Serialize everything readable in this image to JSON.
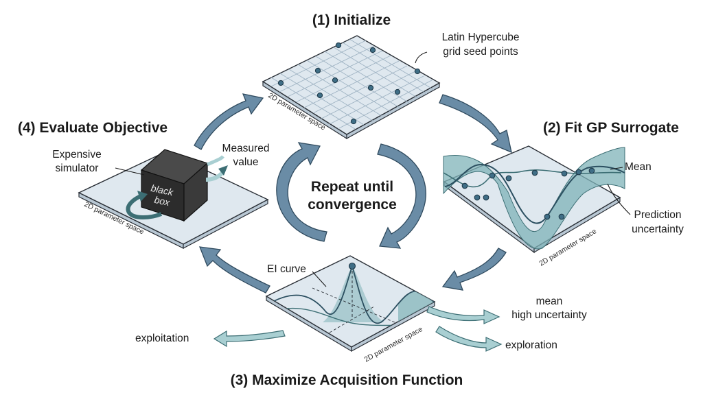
{
  "steps": {
    "initialize": "(1) Initialize",
    "fit": "(2) Fit GP Surrogate",
    "maximize": "(3) Maximize Acquisition Function",
    "evaluate": "(4) Evaluate Objective"
  },
  "center": {
    "line1": "Repeat until",
    "line2": "convergence"
  },
  "initialize": {
    "note_line1": "Latin Hypercube",
    "note_line2": "grid seed points",
    "plane_label": "2D parameter space"
  },
  "fit": {
    "mean_label": "Mean",
    "uncertainty_line1": "Prediction",
    "uncertainty_line2": "uncertainty",
    "plane_label": "2D parameter space"
  },
  "maximize": {
    "ei_label": "EI curve",
    "plane_label": "2D parameter space",
    "exploitation": "exploitation",
    "exploration": "exploration",
    "mean_label": "mean",
    "high_uncertainty": "high uncertainty"
  },
  "evaluate": {
    "simulator_line1": "Expensive",
    "simulator_line2": "simulator",
    "measured_line1": "Measured",
    "measured_line2": "value",
    "box_line1": "black",
    "box_line2": "box",
    "plane_label": "2D parameter space"
  },
  "colors": {
    "arrow": "#6a8ca6",
    "teal": "#a9cfd2",
    "plane": "#dfe8ef",
    "dot": "#3f6e86"
  }
}
